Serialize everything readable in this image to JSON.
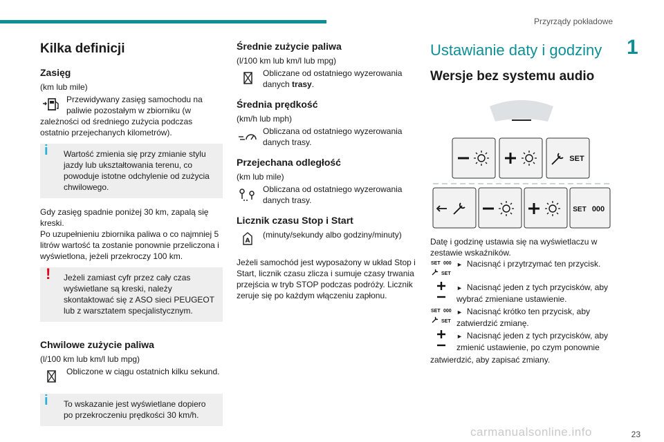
{
  "header": {
    "title": "Przyrządy pokładowe",
    "chapter": "1"
  },
  "col1": {
    "heading": "Kilka definicji",
    "range": {
      "title": "Zasięg",
      "unit": "(km lub mile)",
      "desc_a": "Przewidywany zasięg samochodu na paliwie pozostałym w zbiorniku (w",
      "desc_b": "zależności od średniego zużycia podczas ostatnio przejechanych kilometrów).",
      "note_info": "Wartość zmienia się przy zmianie stylu jazdy lub ukształtowania terenu, co powoduje istotne odchylenie od zużycia chwilowego.",
      "para1": "Gdy zasięg spadnie poniżej 30 km, zapalą się kreski.",
      "para2": "Po uzupełnieniu zbiornika paliwa o co najmniej 5 litrów wartość ta zostanie ponownie przeliczona i wyświetlona, jeżeli przekroczy 100 km.",
      "note_warn": "Jeżeli zamiast cyfr przez cały czas wyświetlane są kreski, należy skontaktować się z ASO sieci PEUGEOT lub z warsztatem specjalistycznym."
    },
    "instant": {
      "title": "Chwilowe zużycie paliwa",
      "unit": "(l/100 km lub km/l lub mpg)",
      "desc": "Obliczone w ciągu ostatnich kilku sekund.",
      "note_info": "To wskazanie jest wyświetlane dopiero po przekroczeniu prędkości 30 km/h."
    }
  },
  "col2": {
    "avg_consumption": {
      "title": "Średnie zużycie paliwa",
      "unit": "(l/100 km lub km/l lub mpg)",
      "desc_a": "Obliczane od ostatniego wyzerowania danych ",
      "desc_bold": "trasy",
      "desc_c": "."
    },
    "avg_speed": {
      "title": "Średnia prędkość",
      "unit": "(km/h lub mph)",
      "desc": "Obliczana od ostatniego wyzerowania danych trasy."
    },
    "distance": {
      "title": "Przejechana odległość",
      "unit": "(km lub mile)",
      "desc": "Obliczana od ostatniego wyzerowania danych trasy."
    },
    "stopstart": {
      "title": "Licznik czasu Stop i Start",
      "unit": "(minuty/sekundy albo godziny/minuty)",
      "para": "Jeżeli samochód jest wyposażony w układ Stop i Start, licznik czasu zlicza i sumuje czasy trwania przejścia w tryb STOP podczas podróży. Licznik zeruje się po każdym włączeniu zapłonu."
    }
  },
  "col3": {
    "heading": "Ustawianie daty i godziny",
    "subheading": "Wersje bez systemu audio",
    "intro": "Datę i godzinę ustawia się na wyświetlaczu w zestawie wskaźników.",
    "steps": [
      "Nacisnąć i przytrzymać ten przycisk.",
      "Nacisnąć jeden z tych przycisków, aby wybrać zmieniane ustawienie.",
      "Nacisnąć krótko ten przycisk, aby zatwierdzić zmianę.",
      "Nacisnąć jeden z tych przycisków, aby zmienić ustawienie, po czym ponownie"
    ],
    "tail": "zatwierdzić, aby zapisać zmiany.",
    "set_label": "SET",
    "set000_label": "SET",
    "zeros_label": "000"
  },
  "footer": {
    "page": "23",
    "watermark": "carmanualsonline.info"
  }
}
